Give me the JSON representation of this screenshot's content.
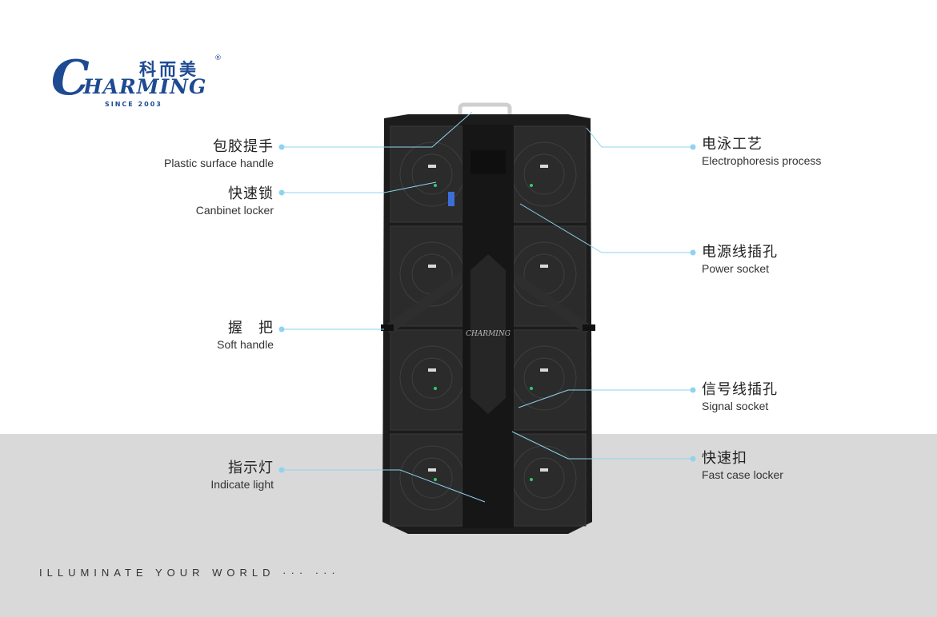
{
  "logo": {
    "chinese": "科而美",
    "registered": "®",
    "initial": "C",
    "word": "HARMING",
    "since": "SINCE 2003"
  },
  "callouts": {
    "plastic_handle": {
      "zh": "包胶提手",
      "en": "Plastic surface handle"
    },
    "cabinet_locker": {
      "zh": "快速锁",
      "en": "Canbinet locker"
    },
    "soft_handle": {
      "zh": "握　把",
      "en": "Soft handle"
    },
    "indicate_light": {
      "zh": "指示灯",
      "en": "Indicate light"
    },
    "electrophoresis": {
      "zh": "电泳工艺",
      "en": "Electrophoresis process"
    },
    "power_socket": {
      "zh": "电源线插孔",
      "en": "Power socket"
    },
    "signal_socket": {
      "zh": "信号线插孔",
      "en": "Signal socket"
    },
    "fast_case_locker": {
      "zh": "快速扣",
      "en": "Fast case locker"
    }
  },
  "product": {
    "center_logo": "CHARMING"
  },
  "tagline": "ILLUMINATE YOUR WORLD ··· ···",
  "colors": {
    "brand_blue": "#1d4a92",
    "leader_line": "#8fd3ee",
    "cabinet_dark": "#1f1f1f",
    "band_gray": "#d9d9d9"
  }
}
